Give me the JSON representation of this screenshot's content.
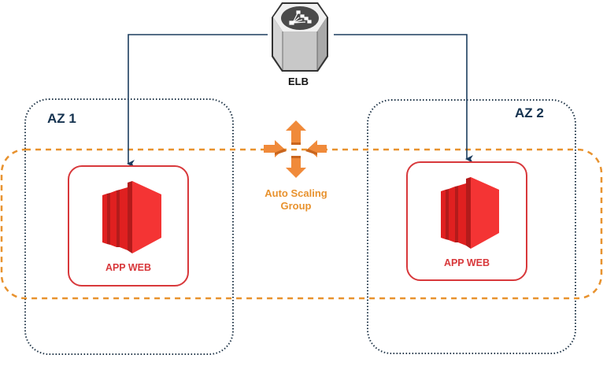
{
  "diagram": {
    "load_balancer": {
      "label": "ELB",
      "icon": "elb-hexagon-icon"
    },
    "auto_scaling_group": {
      "label_line1": "Auto Scaling",
      "label_line2": "Group",
      "icon": "auto-scaling-arrows-icon",
      "color": "#e8922e"
    },
    "availability_zones": [
      {
        "label": "AZ 1",
        "app": {
          "label": "APP WEB",
          "icon": "ec2-instance-icon"
        }
      },
      {
        "label": "AZ 2",
        "app": {
          "label": "APP WEB",
          "icon": "ec2-instance-icon"
        }
      }
    ],
    "colors": {
      "connector": "#1c3d5e",
      "az_border": "#1f3447",
      "app_border": "#d8383b",
      "app_icon": "#f23131",
      "asg_border": "#e8922e"
    }
  }
}
